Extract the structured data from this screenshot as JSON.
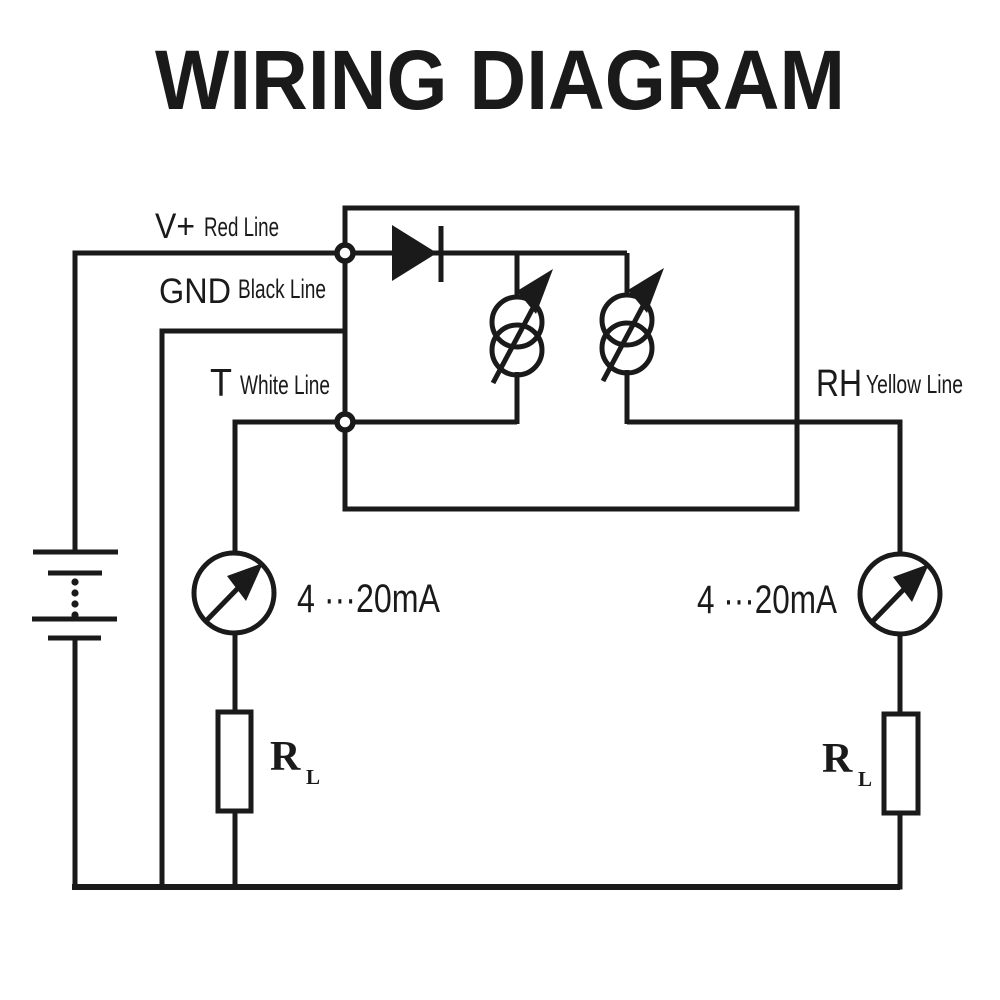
{
  "title": "WIRING DIAGRAM",
  "colors": {
    "title_gradient_start": "#1E80C7",
    "title_gradient_mid": "#2E8ACB",
    "title_gradient_end": "#7DB2E0",
    "line": "#1A1A1A",
    "background": "#FFFFFF"
  },
  "terminals": {
    "v_plus": {
      "name": "V+",
      "wire": "Red Line"
    },
    "gnd": {
      "name": "GND",
      "wire": "Black Line"
    },
    "t": {
      "name": "T",
      "wire": "White Line"
    },
    "rh": {
      "name": "RH",
      "wire": "Yellow Line"
    }
  },
  "annotations": {
    "current_range_left": "4 ···20mA",
    "current_range_right": "4 ···20mA",
    "load_resistor_left": {
      "symbol": "R",
      "subscript": "L"
    },
    "load_resistor_right": {
      "symbol": "R",
      "subscript": "L"
    }
  },
  "components": {
    "battery": "multi-cell-battery",
    "diode": "reverse-protection-diode",
    "current_source_left": "adjustable-current-source",
    "current_source_right": "adjustable-current-source",
    "meter_left": "current-meter",
    "meter_right": "current-meter",
    "resistor_left": "load-resistor",
    "resistor_right": "load-resistor"
  }
}
